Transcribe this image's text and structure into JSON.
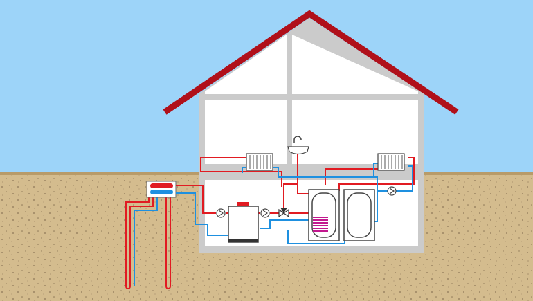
{
  "diagram": {
    "subject": "geothermal-heat-pump-system",
    "components": [
      {
        "id": "ground-probe-hot",
        "kind": "borehole-loop"
      },
      {
        "id": "ground-probe-cold",
        "kind": "borehole-loop"
      },
      {
        "id": "heat-pump-manifold",
        "kind": "manifold"
      },
      {
        "id": "heat-pump-unit",
        "kind": "boiler"
      },
      {
        "id": "hot-water-cylinder",
        "kind": "storage-tank"
      },
      {
        "id": "buffer-tank",
        "kind": "storage-tank"
      },
      {
        "id": "radiator-left",
        "kind": "radiator"
      },
      {
        "id": "radiator-right",
        "kind": "radiator"
      },
      {
        "id": "wash-basin",
        "kind": "sink"
      },
      {
        "id": "circulation-pump",
        "kind": "pump",
        "count": 3
      },
      {
        "id": "three-way-valve",
        "kind": "valve"
      }
    ]
  },
  "colors": {
    "sky": "#9dd4f9",
    "ground": "#d4bc8e",
    "ground_speckle": "#8a7455",
    "roof": "#b0101a",
    "wall": "#cbcbcb",
    "interior": "#ffffff",
    "supply_pipe": "#e11b22",
    "return_pipe": "#1e90e0",
    "heating_coil": "#c2188e"
  }
}
